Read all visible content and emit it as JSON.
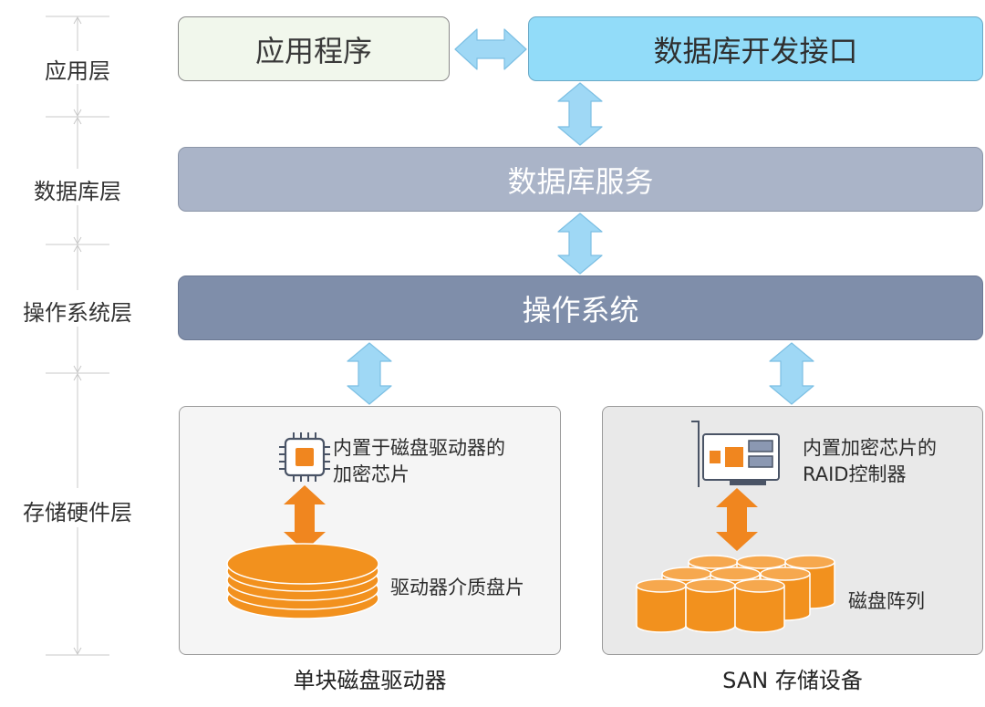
{
  "layers": {
    "application": "应用层",
    "database": "数据库层",
    "os": "操作系统层",
    "storage": "存储硬件层"
  },
  "boxes": {
    "application": "应用程序",
    "db_api": "数据库开发接口",
    "db_service": "数据库服务",
    "os": "操作系统"
  },
  "single_disk": {
    "chip_note_line1": "内置于磁盘驱动器的",
    "chip_note_line2": "加密芯片",
    "platter_note": "驱动器介质盘片",
    "caption": "单块磁盘驱动器"
  },
  "san": {
    "raid_note_line1": "内置加密芯片的",
    "raid_note_line2": "RAID控制器",
    "array_note": "磁盘阵列",
    "caption": "SAN 存储设备"
  },
  "colors": {
    "arrow_blue": "#9fd8f5",
    "arrow_orange": "#f0861f",
    "disk_orange": "#f2911e",
    "chip_orange": "#f0861f"
  },
  "icons": [
    "chip-icon",
    "raid-card-icon",
    "platter-stack-icon",
    "disk-array-icon"
  ]
}
